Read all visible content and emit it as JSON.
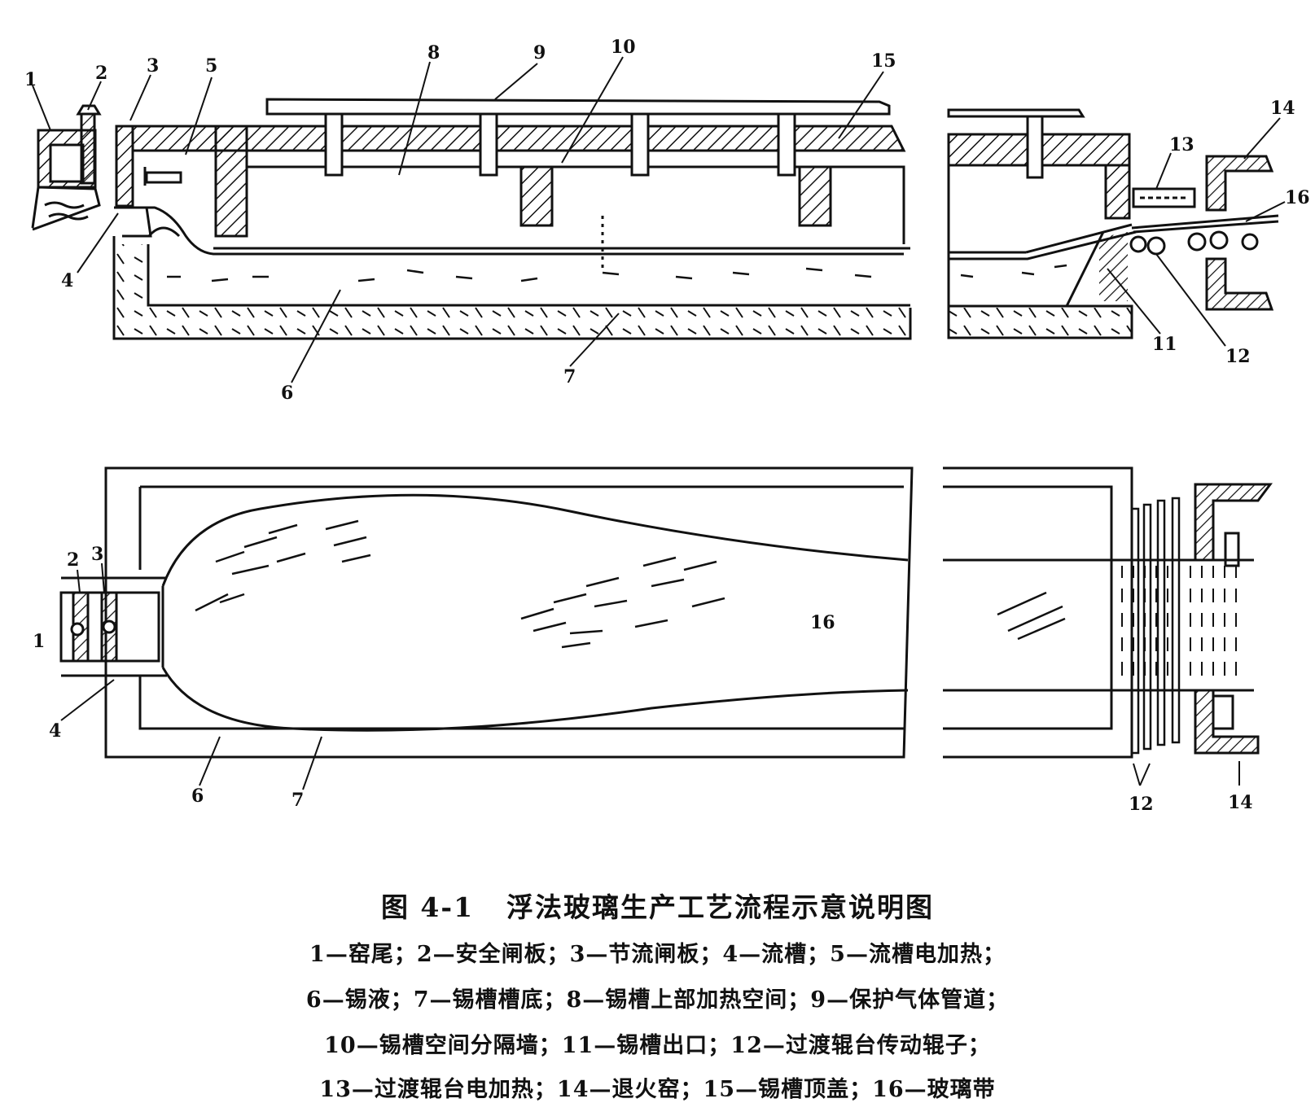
{
  "figure": {
    "number": "图 4-1",
    "title": "浮法玻璃生产工艺流程示意说明图"
  },
  "legend_lines": [
    "1—窑尾；2—安全闸板；3—节流闸板；4—流槽；5—流槽电加热；",
    "6—锡液；7—锡槽槽底；8—锡槽上部加热空间；9—保护气体管道；",
    "10—锡槽空间分隔墙；11—锡槽出口；12—过渡辊台传动辊子；",
    "13—过渡辊台电加热；14—退火窑；15—锡槽顶盖；16—玻璃带"
  ],
  "labels": {
    "n1": "1",
    "n2": "2",
    "n3": "3",
    "n4": "4",
    "n5": "5",
    "n6": "6",
    "n7": "7",
    "n8": "8",
    "n9": "9",
    "n10": "10",
    "n11": "11",
    "n12": "12",
    "n13": "13",
    "n14": "14",
    "n15": "15",
    "n16": "16"
  },
  "colors": {
    "ink": "#111111",
    "paper": "#ffffff"
  }
}
